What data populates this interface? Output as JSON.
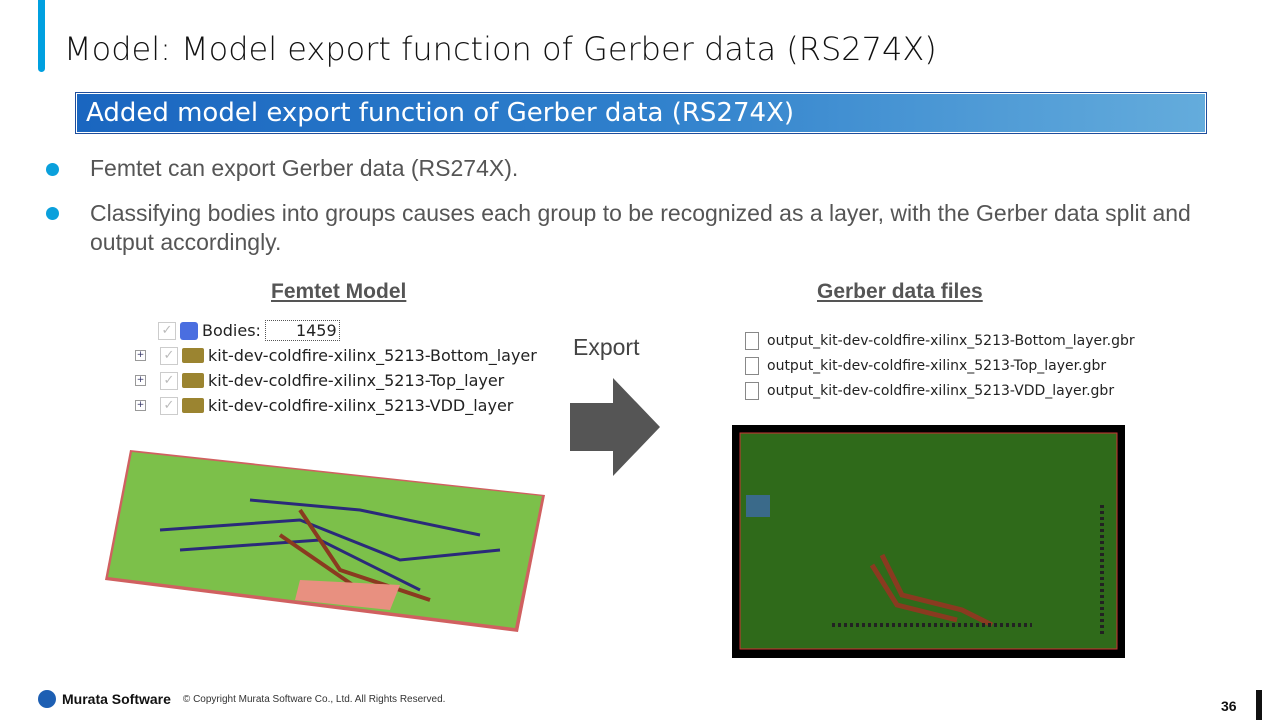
{
  "title": "Model: Model export function of Gerber data (RS274X)",
  "banner": "Added model export function of Gerber data (RS274X)",
  "bullets": [
    "Femtet can export Gerber data (RS274X).",
    "Classifying bodies into groups causes each group to be recognized as a layer, with the Gerber data split and output accordingly."
  ],
  "left_heading": "Femtet Model",
  "right_heading": "Gerber data files",
  "tree": {
    "bodies_label": "Bodies:",
    "bodies_count": "1459",
    "groups": [
      "kit-dev-coldfire-xilinx_5213-Bottom_layer",
      "kit-dev-coldfire-xilinx_5213-Top_layer",
      "kit-dev-coldfire-xilinx_5213-VDD_layer"
    ]
  },
  "export_label": "Export",
  "files": [
    "output_kit-dev-coldfire-xilinx_5213-Bottom_layer.gbr",
    "output_kit-dev-coldfire-xilinx_5213-Top_layer.gbr",
    "output_kit-dev-coldfire-xilinx_5213-VDD_layer.gbr"
  ],
  "footer": {
    "brand": "Murata Software",
    "copyright": "© Copyright Murata Software Co., Ltd. All Rights Reserved.",
    "page": "36"
  }
}
